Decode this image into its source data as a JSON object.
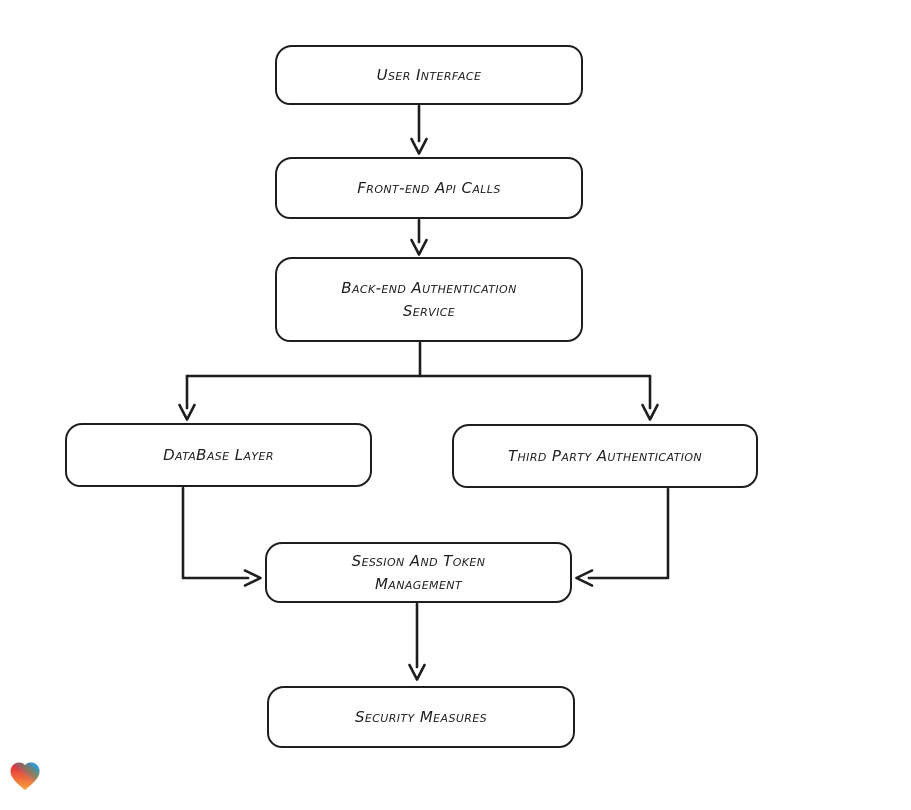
{
  "canvas": {
    "background": "#ffffff",
    "stroke_color": "#1e1e1e",
    "node_fill": "#ffffff"
  },
  "nodes": [
    {
      "id": "user-interface",
      "label": "User Interface"
    },
    {
      "id": "front-end-api-calls",
      "label": "Front-end Api Calls"
    },
    {
      "id": "back-end-authentication-service",
      "label": "Back-end Authentication\nService"
    },
    {
      "id": "database-layer",
      "label": "DataBase Layer"
    },
    {
      "id": "third-party-authentication",
      "label": "Third Party Authentication"
    },
    {
      "id": "session-and-token-management",
      "label": "Session And Token\nManagement"
    },
    {
      "id": "security-measures",
      "label": "Security Measures"
    }
  ],
  "edges": [
    {
      "from": "user-interface",
      "to": "front-end-api-calls"
    },
    {
      "from": "front-end-api-calls",
      "to": "back-end-authentication-service"
    },
    {
      "from": "back-end-authentication-service",
      "to": "database-layer"
    },
    {
      "from": "back-end-authentication-service",
      "to": "third-party-authentication"
    },
    {
      "from": "database-layer",
      "to": "session-and-token-management"
    },
    {
      "from": "third-party-authentication",
      "to": "session-and-token-management"
    },
    {
      "from": "session-and-token-management",
      "to": "security-measures"
    }
  ],
  "logo": {
    "name": "gradient-heart",
    "colors": {
      "red": "#e2203c",
      "orange": "#f7a23c",
      "blue": "#2f9bd8"
    }
  }
}
